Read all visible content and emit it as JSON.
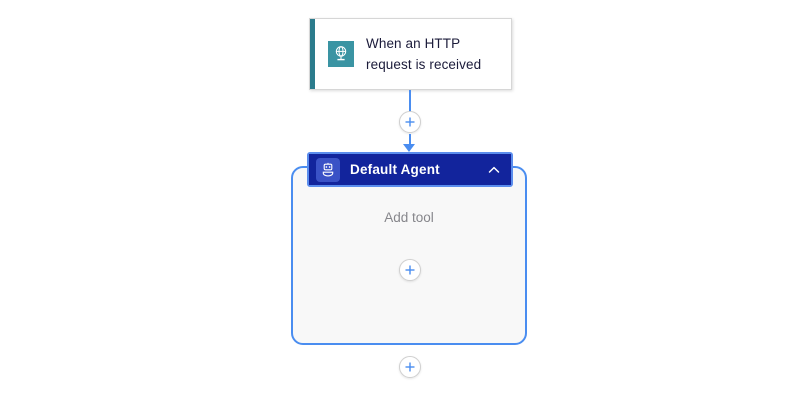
{
  "canvas": {
    "background": "#ffffff"
  },
  "trigger": {
    "name": "trigger-card",
    "title": "When an HTTP request is received",
    "title_line_1": "When an HTTP",
    "title_line_2": "request is received",
    "icon": "http-request-globe-icon",
    "accent_color": "#2b7b8c",
    "icon_background": "#3a94a3",
    "card_background": "#ffffff",
    "text_color": "#1b1b3a"
  },
  "connector_top": {
    "add_button_label": "+",
    "add_button_icon": "plus-icon",
    "line_color": "#4a8df0",
    "has_arrowhead": true
  },
  "agent": {
    "title": "Default Agent",
    "icon": "robot-agent-icon",
    "collapse_icon": "chevron-up-icon",
    "header_background": "#12249c",
    "header_selection_color": "#5b8ded",
    "icon_background": "#3a52c6",
    "title_color": "#ffffff",
    "container_background": "#f8f8f8",
    "container_border_color": "#4a8df0",
    "empty_state_label": "Add tool",
    "empty_state_color": "#86868b",
    "add_tool_button_icon": "plus-icon",
    "add_tool_button_label": "+"
  },
  "connector_bottom": {
    "add_button_label": "+",
    "add_button_icon": "plus-icon",
    "line_color": "#4a8df0"
  }
}
